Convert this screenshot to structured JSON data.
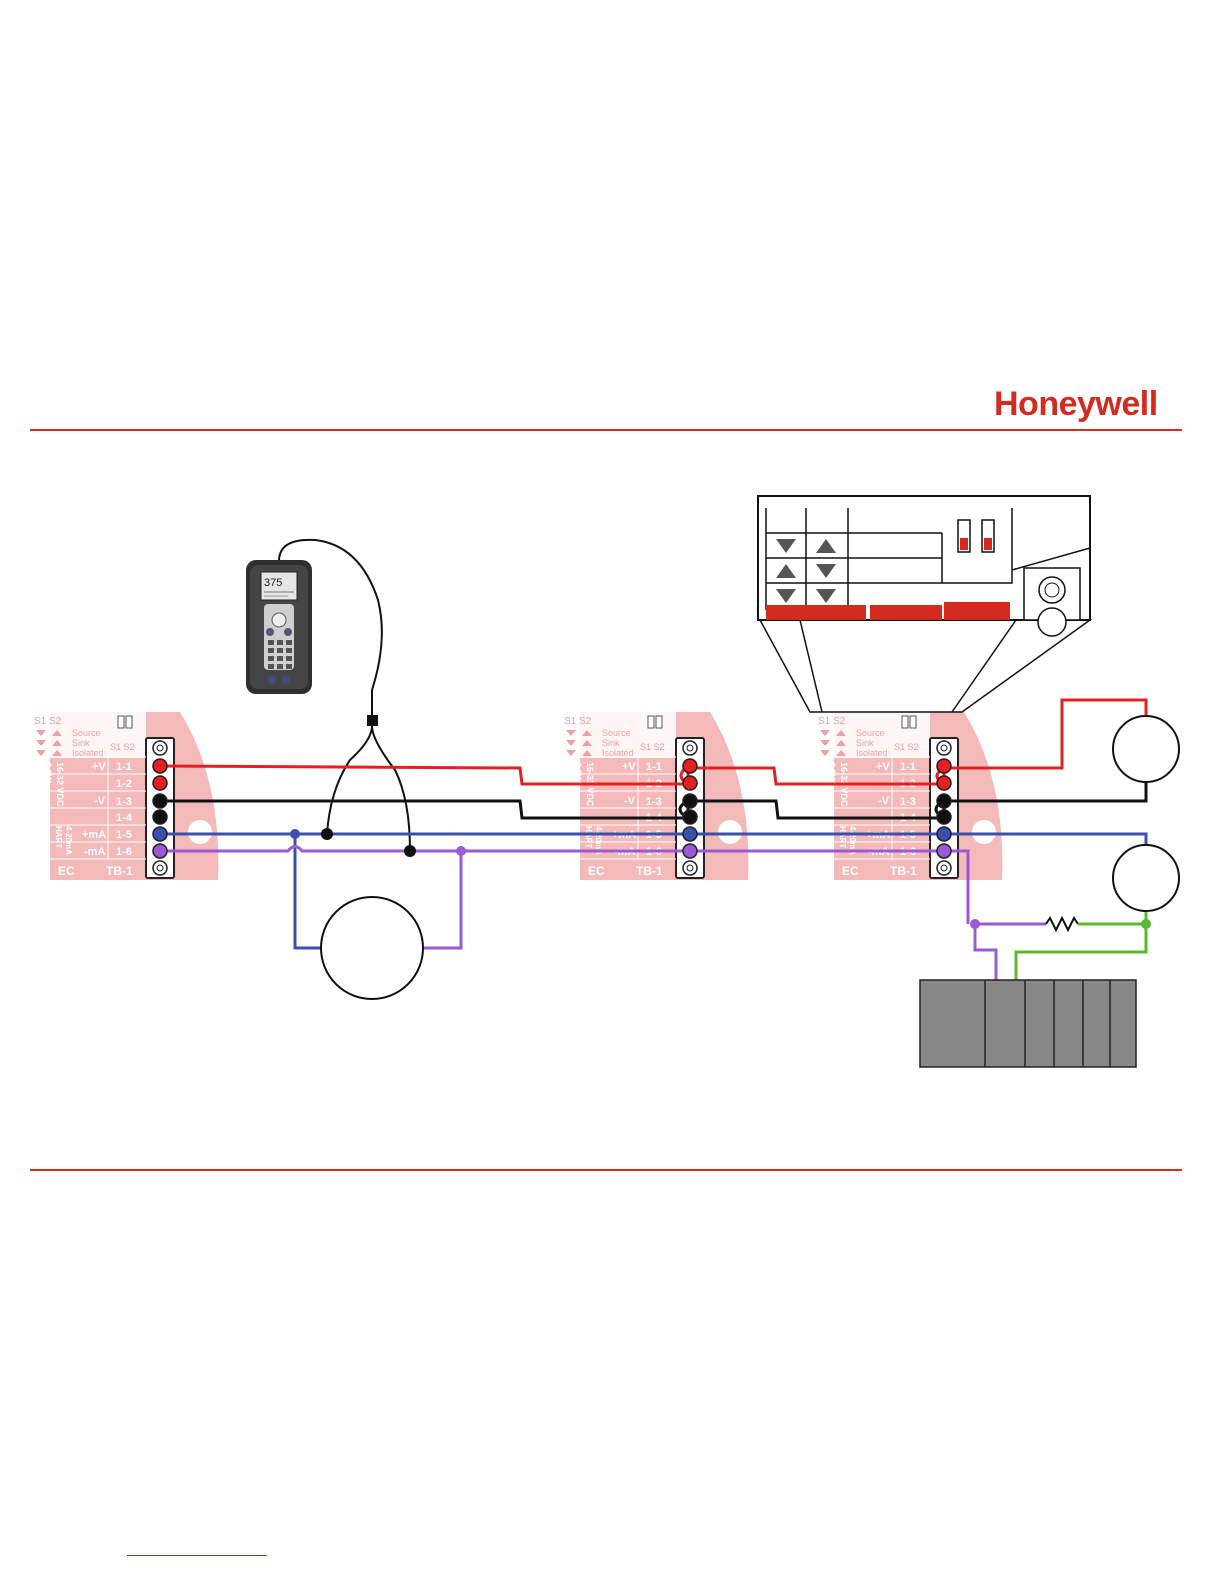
{
  "brand": {
    "name": "Honeywell",
    "color": "#d52b1e"
  },
  "colors": {
    "rule": "#d52b1e",
    "wire_red": "#e52020",
    "wire_black": "#111111",
    "wire_blue": "#3a4fb0",
    "wire_purple": "#9b59d6",
    "wire_green": "#5cb82e",
    "board_fill": "#f4b9b9",
    "board_label": "#f1a0a0",
    "controller": "#888888"
  },
  "communicator": {
    "screen_text": "375"
  },
  "terminal_board": {
    "switch_header": "S1 S2",
    "modes": [
      "Source",
      "Sink",
      "Isolated"
    ],
    "switch_columns": "S1 S2",
    "supply_label": "16-32 VDC",
    "supply_sub": "6.2W max.",
    "signal_label": "4-20mA",
    "signal_sub": "HART",
    "plus_v": "+V",
    "minus_v": "-V",
    "plus_ma": "+mA",
    "minus_ma": "-mA",
    "terminals": [
      "1-1",
      "1-2",
      "1-3",
      "1-4",
      "1-5",
      "1-6"
    ],
    "board_id": "EC",
    "block_id": "TB-1"
  }
}
